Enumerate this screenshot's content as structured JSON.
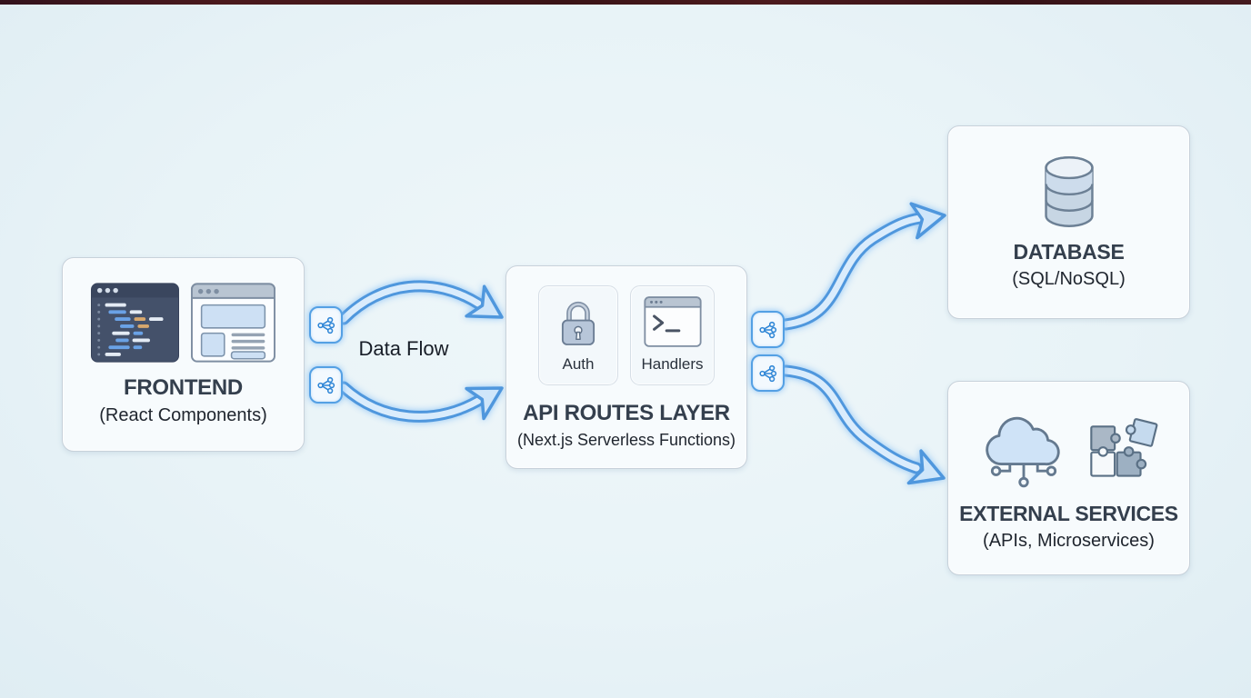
{
  "page": {
    "background_color": "#e8f3f7",
    "top_strip_color": "#3f1519"
  },
  "labels": {
    "data_flow": "Data Flow"
  },
  "nodes": {
    "frontend": {
      "title": "FRONTEND",
      "subtitle": "(React Components)",
      "icons": [
        "code-editor-icon",
        "browser-window-icon"
      ]
    },
    "api_routes": {
      "title": "API ROUTES LAYER",
      "subtitle": "(Next.js Serverless Functions)",
      "children": [
        {
          "label": "Auth",
          "icon": "lock-icon"
        },
        {
          "label": "Handlers",
          "icon": "terminal-icon"
        }
      ]
    },
    "database": {
      "title": "DATABASE",
      "subtitle": "(SQL/NoSQL)",
      "icon": "database-cylinder-icon"
    },
    "external_services": {
      "title": "EXTERNAL SERVICES",
      "subtitle": "(APIs, Microservices)",
      "icons": [
        "cloud-network-icon",
        "puzzle-pieces-icon"
      ]
    }
  },
  "connectors": [
    {
      "from": "frontend",
      "to": "api_routes",
      "label": "Data Flow",
      "badge_icon": "share-network-icon",
      "arrows": 2
    },
    {
      "from": "api_routes",
      "to": "database",
      "badge_icon": "share-network-icon",
      "arrows": 1
    },
    {
      "from": "api_routes",
      "to": "external_services",
      "badge_icon": "share-network-icon",
      "arrows": 1
    }
  ],
  "colors": {
    "arrow_stroke": "#4f97dd",
    "arrow_fill": "#daecfc",
    "badge_border": "#54a0e4",
    "box_fill": "#f7fbfd",
    "box_border": "#c7d1da",
    "heading_text": "#343f4d",
    "subtitle_text": "#20262f"
  }
}
